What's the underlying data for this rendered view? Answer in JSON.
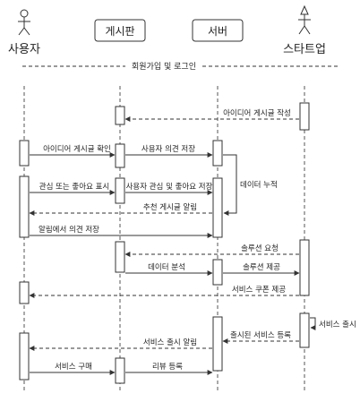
{
  "actors": {
    "user": "사용자",
    "board": "게시판",
    "server": "서버",
    "startup": "스타트업"
  },
  "section_label": "회원가입 및 로그인",
  "messages": [
    {
      "from": "startup",
      "to": "board",
      "label": "아이디어 게시글 작성",
      "style": "dashed"
    },
    {
      "from": "user",
      "to": "board",
      "label": "아이디어 게시글 확인",
      "style": "solid"
    },
    {
      "from": "board",
      "to": "server",
      "label": "사용자 의견 저장",
      "style": "solid"
    },
    {
      "from": "server",
      "to": "server",
      "label": "데이터 누적",
      "style": "self"
    },
    {
      "from": "user",
      "to": "board",
      "label": "관심 또는 좋아요 표시",
      "style": "solid"
    },
    {
      "from": "board",
      "to": "server",
      "label": "사용자 관심 및 좋아요 저장",
      "style": "solid"
    },
    {
      "from": "server",
      "to": "user",
      "label": "추천 게시글 알림",
      "style": "dashed"
    },
    {
      "from": "user",
      "to": "server",
      "label": "알림에서 의견 저장",
      "style": "solid"
    },
    {
      "from": "startup",
      "to": "board",
      "label": "솔루션 요청",
      "style": "dashed"
    },
    {
      "from": "board",
      "to": "server",
      "label": "데이터 분석",
      "style": "solid"
    },
    {
      "from": "server",
      "to": "startup",
      "label": "솔루션 제공",
      "style": "solid"
    },
    {
      "from": "startup",
      "to": "user",
      "label": "서비스 쿠폰 제공",
      "style": "dashed"
    },
    {
      "from": "startup",
      "to": "startup",
      "label": "서비스 출시",
      "style": "self"
    },
    {
      "from": "startup",
      "to": "server",
      "label": "출시된 서비스 등록",
      "style": "dashed"
    },
    {
      "from": "server",
      "to": "user",
      "label": "서비스 출시 알림",
      "style": "dashed"
    },
    {
      "from": "user",
      "to": "board",
      "label": "서비스 구매",
      "style": "solid"
    },
    {
      "from": "board",
      "to": "server",
      "label": "리뷰 등록",
      "style": "solid"
    }
  ],
  "colors": {
    "line": "#333333",
    "activation_fill": "#ffffff",
    "text": "#222222"
  }
}
